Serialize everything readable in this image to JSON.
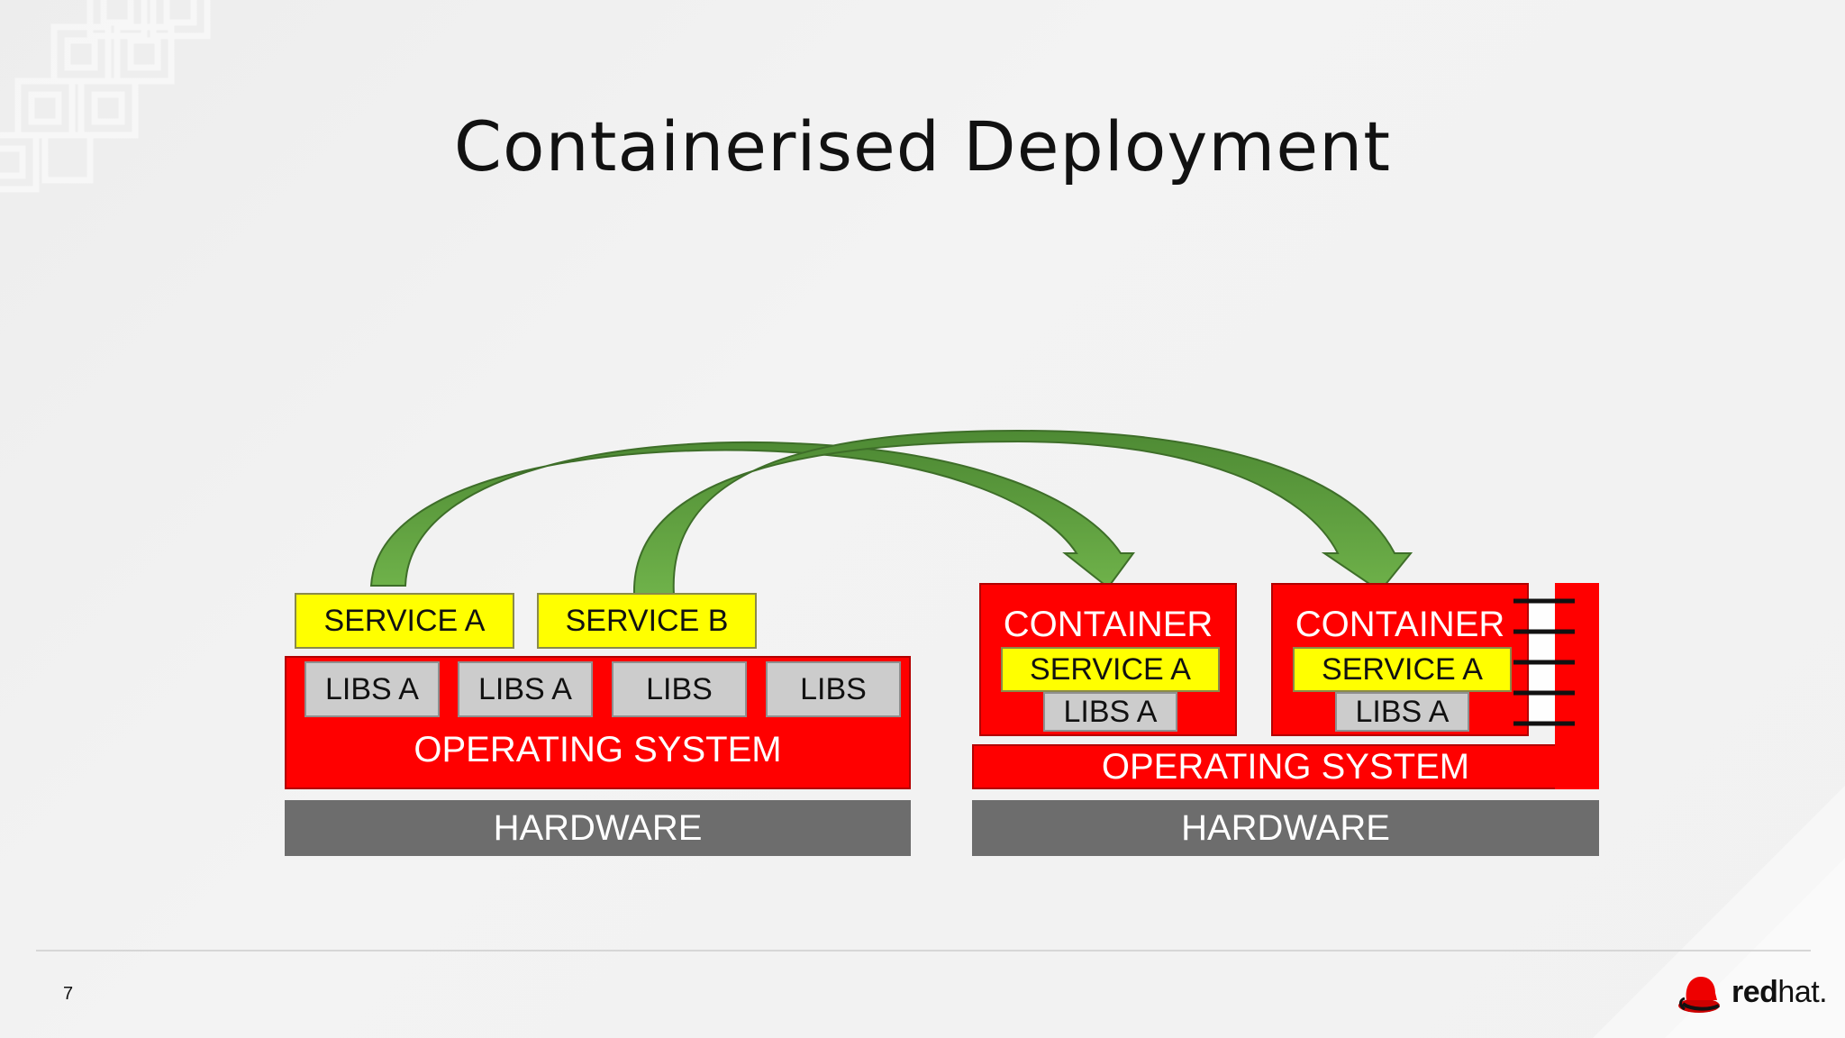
{
  "slide": {
    "title": "Containerised Deployment",
    "page_number": "7"
  },
  "left_stack": {
    "services": [
      "SERVICE A",
      "SERVICE B"
    ],
    "libs": [
      "LIBS A",
      "LIBS A",
      "LIBS",
      "LIBS"
    ],
    "os_label": "OPERATING SYSTEM",
    "hardware_label": "HARDWARE"
  },
  "right_stack": {
    "containers": [
      {
        "label": "CONTAINER",
        "service": "SERVICE A",
        "libs": "LIBS A"
      },
      {
        "label": "CONTAINER",
        "service": "SERVICE A",
        "libs": "LIBS A"
      }
    ],
    "os_label": "OPERATING SYSTEM",
    "hardware_label": "HARDWARE"
  },
  "logo": {
    "bold": "red",
    "regular": "hat."
  },
  "colors": {
    "service": "#ffff00",
    "libs": "#cccccc",
    "os": "#ff0000",
    "hardware": "#6d6d6d",
    "arrow": "#5a9a3c"
  }
}
